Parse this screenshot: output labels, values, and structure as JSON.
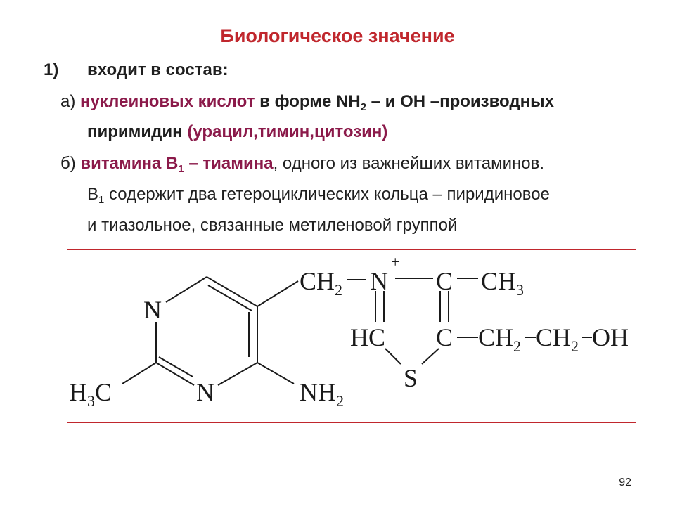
{
  "colors": {
    "red": "#c0272d",
    "maroon": "#8b1a4a",
    "text": "#1f1f1f"
  },
  "slide": {
    "title": "Биологическое значение",
    "item1": {
      "number": "1)",
      "text": "входит в состав:"
    },
    "a": {
      "marker": "а)",
      "term": "нуклеиновых кислот",
      "text1": "в форме NH",
      "sub1": "2",
      "text2": "– и ОН –производных",
      "line2_text": "пиримидин",
      "line2_paren": "(урацил,тимин,цитозин)"
    },
    "b": {
      "marker": "б)",
      "term1": "витамина В",
      "term1_sub": "1",
      "term2": "– тиамина",
      "rest1": ", одного из важнейших витаминов.",
      "l2_start": "В",
      "l2_sub": "1",
      "l2_rest": "содержит два гетероциклических кольца – пиридиновое",
      "l3": "и тиазольное, связанные метиленовой группой"
    },
    "formula": {
      "n_ring_top": "N",
      "n_ring_bottom": "N",
      "h3c": {
        "a": "H",
        "sub": "3",
        "b": "C"
      },
      "nh2": {
        "a": "NH",
        "sub": "2"
      },
      "ch2": {
        "a": "CH",
        "sub": "2"
      },
      "n_plus": "N",
      "plus": "+",
      "c_top": "C",
      "ch3": {
        "a": "CH",
        "sub": "3"
      },
      "hc": "HC",
      "c_mid": "C",
      "chain1": {
        "a": "CH",
        "sub": "2"
      },
      "chain2": {
        "a": "CH",
        "sub": "2"
      },
      "oh": "OH",
      "s": "S"
    },
    "page_number": "92"
  }
}
